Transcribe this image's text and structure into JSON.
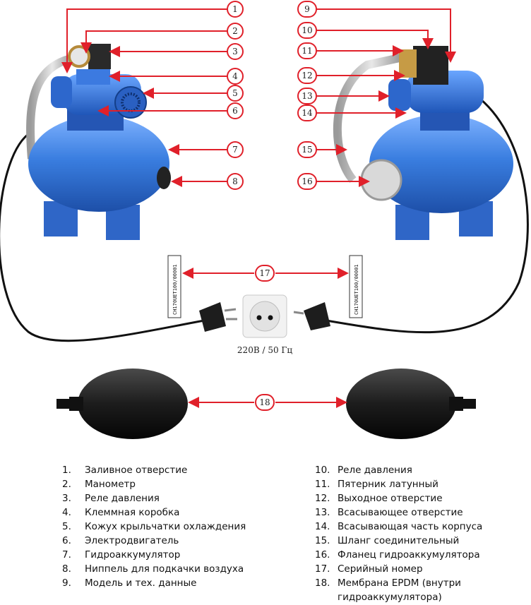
{
  "callouts": [
    "1",
    "2",
    "3",
    "4",
    "5",
    "6",
    "7",
    "8",
    "9",
    "10",
    "11",
    "12",
    "13",
    "14",
    "15",
    "16",
    "17",
    "18"
  ],
  "serial_number": "CH170UET100/00001",
  "socket_caption": "220В / 50 Гц",
  "legend_left": [
    {
      "num": "1.",
      "text": "Заливное отверстие"
    },
    {
      "num": "2.",
      "text": "Манометр"
    },
    {
      "num": "3.",
      "text": "Реле давления"
    },
    {
      "num": "4.",
      "text": "Клеммная коробка"
    },
    {
      "num": "5.",
      "text": "Кожух крыльчатки охлаждения"
    },
    {
      "num": "6.",
      "text": "Электродвигатель"
    },
    {
      "num": "7.",
      "text": "Гидроаккумулятор"
    },
    {
      "num": "8.",
      "text": "Ниппель для подкачки воздуха"
    },
    {
      "num": "9.",
      "text": "Модель и тех. данные"
    }
  ],
  "legend_right": [
    {
      "num": "10.",
      "text": "Реле давления"
    },
    {
      "num": "11.",
      "text": "Пятерник латунный"
    },
    {
      "num": "12.",
      "text": "Выходное отверстие"
    },
    {
      "num": "13.",
      "text": "Всасывающее отверстие"
    },
    {
      "num": "14.",
      "text": "Всасывающая часть корпуса"
    },
    {
      "num": "15.",
      "text": "Шланг соединительный"
    },
    {
      "num": "16.",
      "text": "Фланец гидроаккумулятора"
    },
    {
      "num": "17.",
      "text": "Серийный номер"
    },
    {
      "num": "18.",
      "text": "Мембрана EPDM (внутри гидроаккумулятора)"
    }
  ],
  "colors": {
    "callout": "#e0202a",
    "pump_blue": "#2f6fd0",
    "tank_blue": "#3a7ee0",
    "rubber": "#1a1a1a"
  }
}
